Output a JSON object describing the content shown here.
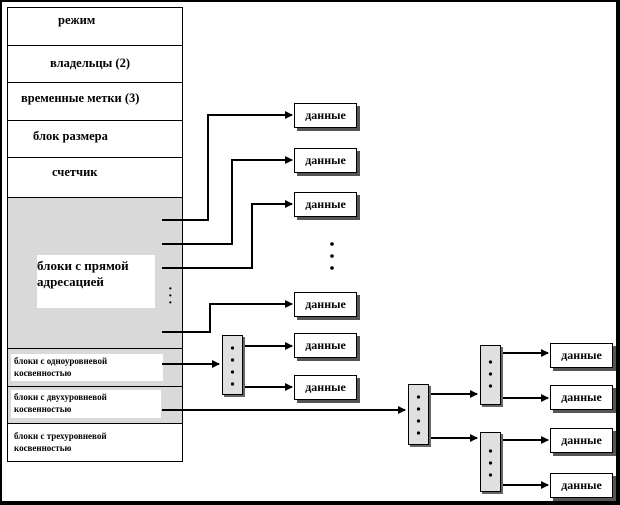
{
  "inode": {
    "mode": "режим",
    "owners": "владельцы (2)",
    "timestamps": "временные метки (3)",
    "size_block": "блок размера",
    "counter": "счетчик",
    "direct_blocks_line1": "блоки с прямой",
    "direct_blocks_line2": "адресацией",
    "single_indirect_line1": "блоки с одноуровневой",
    "single_indirect_line2": "косвенностью",
    "double_indirect_line1": "блоки с двухуровневой",
    "double_indirect_line2": "косвенностью",
    "triple_indirect_line1": "блоки с трехуровневой",
    "triple_indirect_line2": "косвенностью"
  },
  "data_blocks": {
    "d1": "данные",
    "d2": "данные",
    "d3": "данные",
    "d4": "данные",
    "d5": "данные",
    "d6": "данные",
    "d7": "данные",
    "d8": "данные",
    "d9": "данные",
    "d10": "данные"
  }
}
